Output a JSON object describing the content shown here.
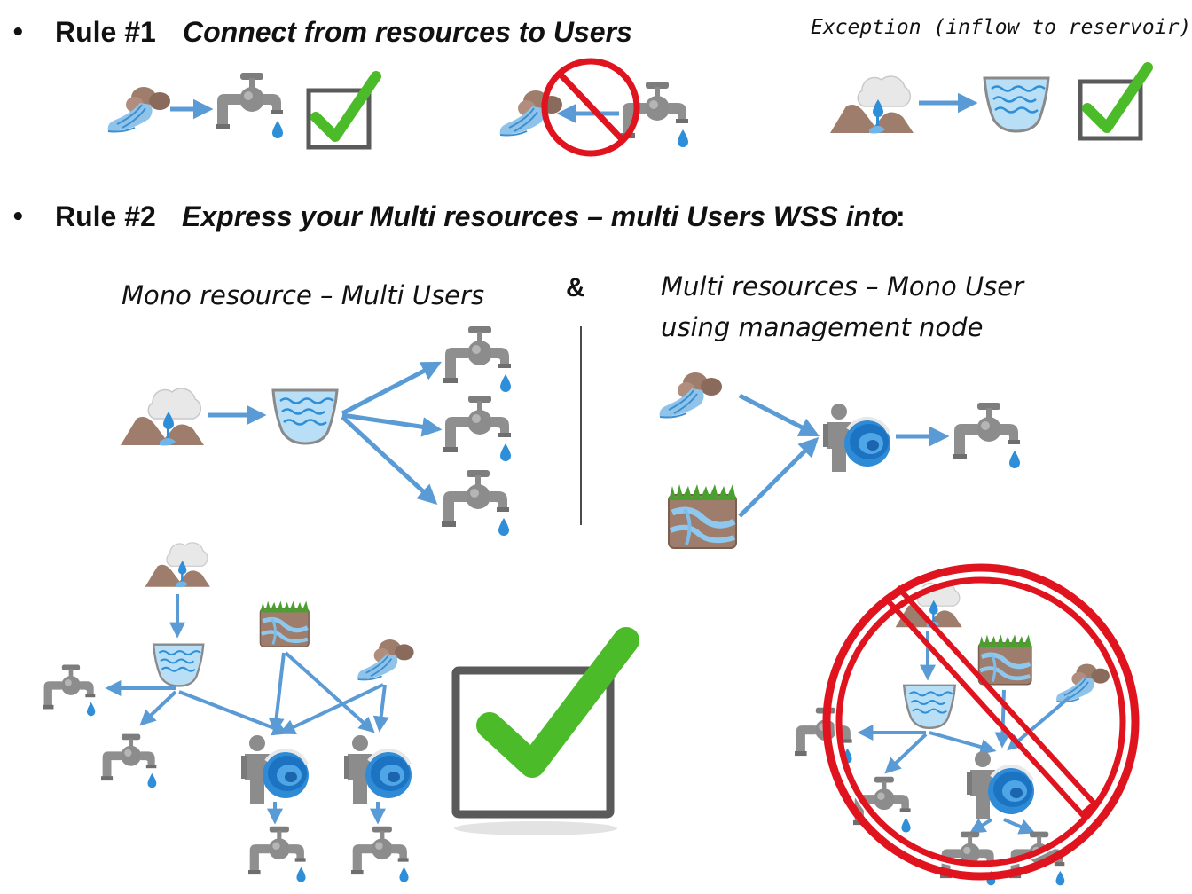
{
  "rule1": {
    "bullet": "•",
    "label": "Rule #1",
    "text": "Connect from resources to Users",
    "exception": "Exception (inflow to reservoir)"
  },
  "rule2": {
    "bullet": "•",
    "label": "Rule #2",
    "text": "Express your Multi resources – multi Users WSS into",
    "colon": ":"
  },
  "diagrams": {
    "mono_caption": "Mono resource – Multi Users",
    "ampersand": "&",
    "multi_caption_line1": "Multi resources – Mono User",
    "multi_caption_line2": "using management node"
  },
  "colors": {
    "arrow": "#5b9bd5",
    "check": "#4cbb2a",
    "forbid": "#e0141e",
    "box": "#5a5a5a",
    "water": "#2e8fd8",
    "rock": "#9e7d6c",
    "tap": "#8c8c8c"
  },
  "icons": [
    "river-icon",
    "tap-icon",
    "water-drop-icon",
    "checkbox-icon",
    "forbidden-icon",
    "rain-mountain-icon",
    "reservoir-icon",
    "aquifer-icon",
    "management-node-icon"
  ]
}
